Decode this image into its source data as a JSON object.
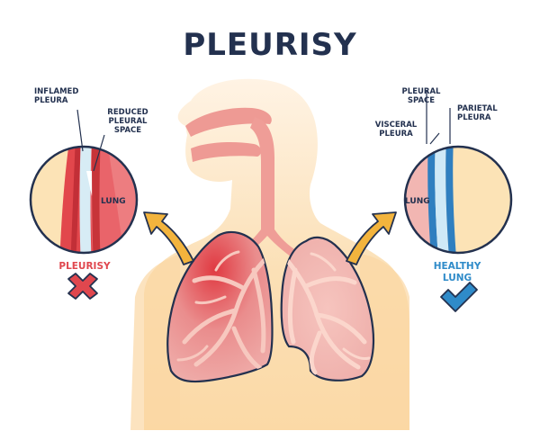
{
  "title": "PLEURISY",
  "left_panel": {
    "label_inflamed": "INFLAMED PLEURA",
    "label_reduced": "REDUCED PLEURAL SPACE",
    "lung_label": "LUNG",
    "status": "PLEURISY",
    "status_icon": "cross-icon"
  },
  "right_panel": {
    "label_pleural_space": "PLEURAL SPACE",
    "label_visceral": "VISCERAL PLEURA",
    "label_parietal": "PARIETAL PLEURA",
    "lung_label": "LUNG",
    "status": "HEALTHY LUNG",
    "status_icon": "check-icon"
  },
  "colors": {
    "title": "#23314f",
    "pleurisy_red": "#e0474e",
    "healthy_blue": "#2f8bc9",
    "skin": "#fbdcad"
  }
}
